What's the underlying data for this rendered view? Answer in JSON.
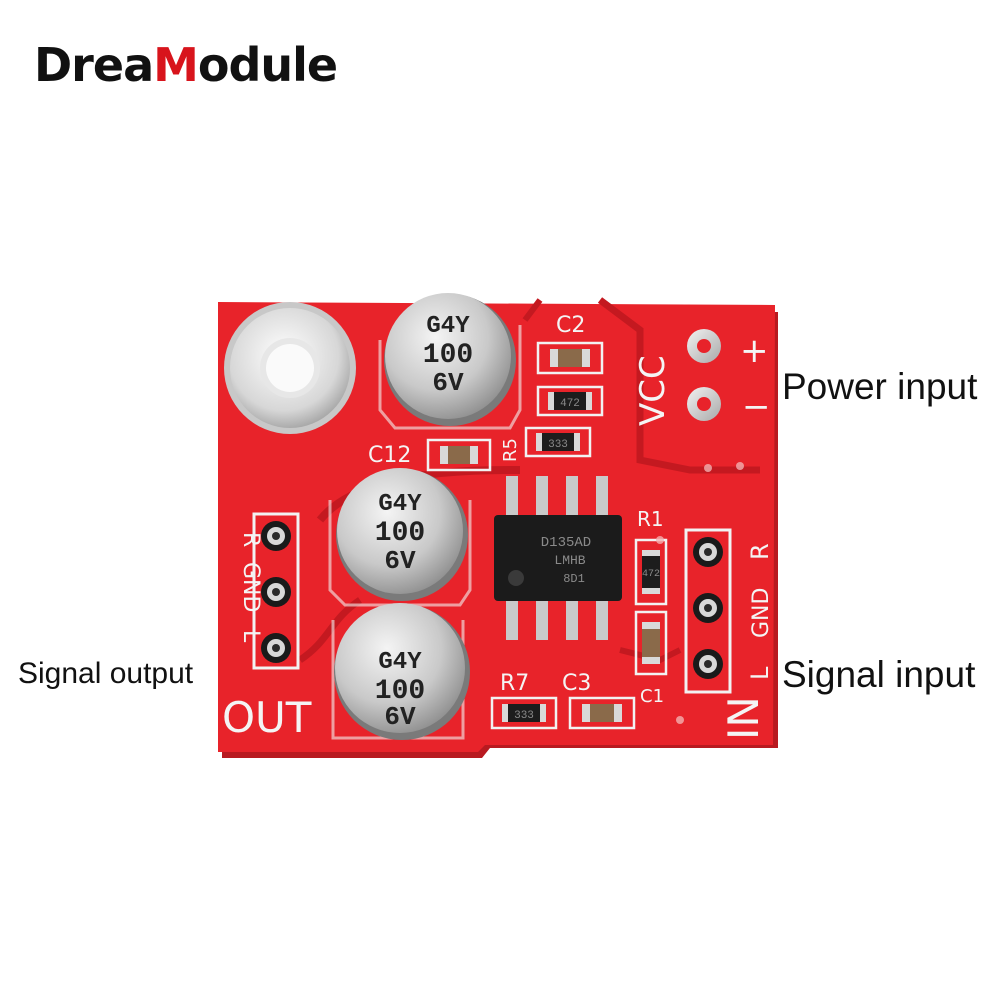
{
  "brand": {
    "part1": "Drea",
    "part2": "M",
    "part3": "odule",
    "accent": "#d8141c"
  },
  "labels": {
    "power_input": "Power input",
    "signal_output": "Signal output",
    "signal_input": "Signal input"
  },
  "board": {
    "color": "#e8232a",
    "silkscreen": {
      "c2": "C2",
      "c12": "C12",
      "r5": "R5",
      "r1": "R1",
      "r7": "R7",
      "c3": "C3",
      "c1": "C1",
      "vcc": "VCC",
      "plus": "+",
      "minus": "−",
      "out": "OUT",
      "in": "IN",
      "out_r": "R",
      "out_gnd": "GND",
      "out_l": "L",
      "in_r": "R",
      "in_gnd": "GND",
      "in_l": "L"
    },
    "capacitor_marking": {
      "line1": "G4Y",
      "line2": "100",
      "line3": "6V"
    },
    "resistor_codes": {
      "c2": "",
      "r_top": "472",
      "r5": "333",
      "r1": "472",
      "r7": "333"
    },
    "ic_marking": {
      "line1": "D135AD",
      "line2": "LMHB",
      "line3": "8D1"
    }
  }
}
